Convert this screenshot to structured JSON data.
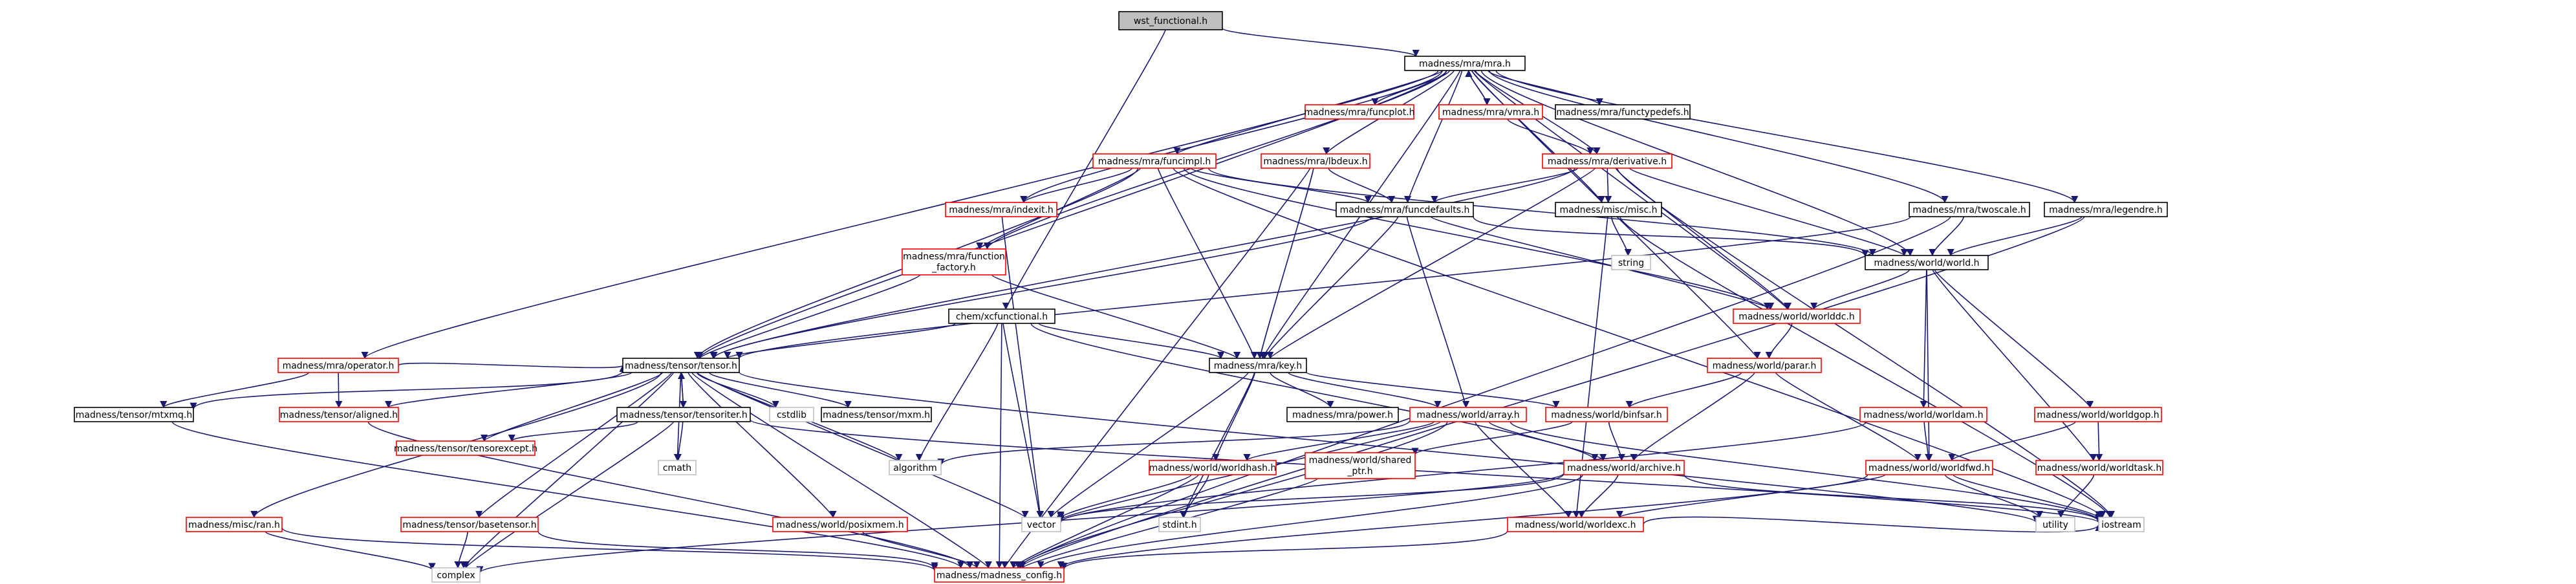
{
  "colors": {
    "edge": "#191970",
    "root_fill": "#bfbfbf",
    "documented_border": "#000000",
    "undocumented_border": "#ff0000",
    "system_border": "#bfbfbf"
  },
  "nodes": [
    {
      "id": "wst_functional",
      "label": "wst_functional.h",
      "kind": "root"
    },
    {
      "id": "mra",
      "label": "madness/mra/mra.h",
      "kind": "doc"
    },
    {
      "id": "funcplot",
      "label": "madness/mra/funcplot.h",
      "kind": "undoc"
    },
    {
      "id": "vmra",
      "label": "madness/mra/vmra.h",
      "kind": "undoc"
    },
    {
      "id": "functypedefs",
      "label": "madness/mra/functypedefs.h",
      "kind": "doc"
    },
    {
      "id": "funcimpl",
      "label": "madness/mra/funcimpl.h",
      "kind": "undoc"
    },
    {
      "id": "lbdeux",
      "label": "madness/mra/lbdeux.h",
      "kind": "undoc"
    },
    {
      "id": "derivative",
      "label": "madness/mra/derivative.h",
      "kind": "undoc"
    },
    {
      "id": "indexit",
      "label": "madness/mra/indexit.h",
      "kind": "undoc"
    },
    {
      "id": "funcdefaults",
      "label": "madness/mra/funcdefaults.h",
      "kind": "doc"
    },
    {
      "id": "misc",
      "label": "madness/misc/misc.h",
      "kind": "doc"
    },
    {
      "id": "twoscale",
      "label": "madness/mra/twoscale.h",
      "kind": "doc"
    },
    {
      "id": "legendre",
      "label": "madness/mra/legendre.h",
      "kind": "doc"
    },
    {
      "id": "function_factory",
      "label1": "madness/mra/function",
      "label2": "_factory.h",
      "kind": "undoc"
    },
    {
      "id": "string",
      "label": "string",
      "kind": "sys"
    },
    {
      "id": "world",
      "label": "madness/world/world.h",
      "kind": "doc"
    },
    {
      "id": "xcfunctional",
      "label": "chem/xcfunctional.h",
      "kind": "doc"
    },
    {
      "id": "worlddc",
      "label": "madness/world/worlddc.h",
      "kind": "undoc"
    },
    {
      "id": "operator",
      "label": "madness/mra/operator.h",
      "kind": "undoc"
    },
    {
      "id": "tensor",
      "label": "madness/tensor/tensor.h",
      "kind": "doc"
    },
    {
      "id": "key",
      "label": "madness/mra/key.h",
      "kind": "doc"
    },
    {
      "id": "parar",
      "label": "madness/world/parar.h",
      "kind": "undoc"
    },
    {
      "id": "mtxmq",
      "label": "madness/tensor/mtxmq.h",
      "kind": "doc"
    },
    {
      "id": "aligned",
      "label": "madness/tensor/aligned.h",
      "kind": "undoc"
    },
    {
      "id": "tensoriter",
      "label": "madness/tensor/tensoriter.h",
      "kind": "doc"
    },
    {
      "id": "cstdlib",
      "label": "cstdlib",
      "kind": "sys"
    },
    {
      "id": "mxm",
      "label": "madness/tensor/mxm.h",
      "kind": "doc"
    },
    {
      "id": "power",
      "label": "madness/mra/power.h",
      "kind": "doc"
    },
    {
      "id": "array",
      "label": "madness/world/array.h",
      "kind": "undoc"
    },
    {
      "id": "binfsar",
      "label": "madness/world/binfsar.h",
      "kind": "undoc"
    },
    {
      "id": "worldam",
      "label": "madness/world/worldam.h",
      "kind": "undoc"
    },
    {
      "id": "worldgop",
      "label": "madness/world/worldgop.h",
      "kind": "undoc"
    },
    {
      "id": "cmath",
      "label": "cmath",
      "kind": "sys"
    },
    {
      "id": "algorithm",
      "label": "algorithm",
      "kind": "sys"
    },
    {
      "id": "tensorexcept",
      "label": "madness/tensor/tensorexcept.h",
      "kind": "undoc"
    },
    {
      "id": "worldhash",
      "label": "madness/world/worldhash.h",
      "kind": "undoc"
    },
    {
      "id": "shared_ptr",
      "label1": "madness/world/shared",
      "label2": "_ptr.h",
      "kind": "undoc"
    },
    {
      "id": "archive",
      "label": "madness/world/archive.h",
      "kind": "undoc"
    },
    {
      "id": "worldfwd",
      "label": "madness/world/worldfwd.h",
      "kind": "undoc"
    },
    {
      "id": "worldtask",
      "label": "madness/world/worldtask.h",
      "kind": "undoc"
    },
    {
      "id": "ran",
      "label": "madness/misc/ran.h",
      "kind": "undoc"
    },
    {
      "id": "basetensor",
      "label": "madness/tensor/basetensor.h",
      "kind": "undoc"
    },
    {
      "id": "posixmem",
      "label": "madness/world/posixmem.h",
      "kind": "undoc"
    },
    {
      "id": "vector",
      "label": "vector",
      "kind": "sys"
    },
    {
      "id": "stdint",
      "label": "stdint.h",
      "kind": "sys"
    },
    {
      "id": "worldexc",
      "label": "madness/world/worldexc.h",
      "kind": "undoc"
    },
    {
      "id": "utility",
      "label": "utility",
      "kind": "sys"
    },
    {
      "id": "iostream",
      "label": "iostream",
      "kind": "sys"
    },
    {
      "id": "complex",
      "label": "complex",
      "kind": "sys"
    },
    {
      "id": "madness_config",
      "label": "madness/madness_config.h",
      "kind": "undoc"
    }
  ],
  "edges": [
    [
      "wst_functional",
      "mra"
    ],
    [
      "wst_functional",
      "xcfunctional"
    ],
    [
      "mra",
      "funcplot"
    ],
    [
      "mra",
      "vmra"
    ],
    [
      "mra",
      "functypedefs"
    ],
    [
      "mra",
      "funcimpl"
    ],
    [
      "mra",
      "lbdeux"
    ],
    [
      "mra",
      "derivative"
    ],
    [
      "mra",
      "indexit"
    ],
    [
      "mra",
      "funcdefaults"
    ],
    [
      "mra",
      "misc"
    ],
    [
      "mra",
      "twoscale"
    ],
    [
      "mra",
      "legendre"
    ],
    [
      "mra",
      "function_factory"
    ],
    [
      "mra",
      "world"
    ],
    [
      "mra",
      "worlddc"
    ],
    [
      "mra",
      "operator"
    ],
    [
      "mra",
      "tensor"
    ],
    [
      "mra",
      "key"
    ],
    [
      "mra",
      "parar"
    ],
    [
      "vmra",
      "mra"
    ],
    [
      "vmra",
      "derivative"
    ],
    [
      "funcimpl",
      "indexit"
    ],
    [
      "funcimpl",
      "funcdefaults"
    ],
    [
      "funcimpl",
      "function_factory"
    ],
    [
      "funcimpl",
      "tensor"
    ],
    [
      "funcimpl",
      "key"
    ],
    [
      "funcimpl",
      "world"
    ],
    [
      "funcimpl",
      "worlddc"
    ],
    [
      "funcimpl",
      "iostream"
    ],
    [
      "lbdeux",
      "funcdefaults"
    ],
    [
      "lbdeux",
      "key"
    ],
    [
      "lbdeux",
      "madness_config"
    ],
    [
      "derivative",
      "funcdefaults"
    ],
    [
      "derivative",
      "world"
    ],
    [
      "derivative",
      "worlddc"
    ],
    [
      "derivative",
      "tensor"
    ],
    [
      "derivative",
      "key"
    ],
    [
      "derivative",
      "iostream"
    ],
    [
      "derivative",
      "misc"
    ],
    [
      "indexit",
      "vector"
    ],
    [
      "funcdefaults",
      "world"
    ],
    [
      "funcdefaults",
      "worlddc"
    ],
    [
      "funcdefaults",
      "tensor"
    ],
    [
      "funcdefaults",
      "key"
    ],
    [
      "funcdefaults",
      "array"
    ],
    [
      "misc",
      "string"
    ],
    [
      "misc",
      "iostream"
    ],
    [
      "misc",
      "worldexc"
    ],
    [
      "twoscale",
      "world"
    ],
    [
      "twoscale",
      "tensor"
    ],
    [
      "twoscale",
      "madness_config"
    ],
    [
      "legendre",
      "world"
    ],
    [
      "legendre",
      "madness_config"
    ],
    [
      "function_factory",
      "tensor"
    ],
    [
      "function_factory",
      "key"
    ],
    [
      "world",
      "worlddc"
    ],
    [
      "world",
      "worldam"
    ],
    [
      "world",
      "worldgop"
    ],
    [
      "world",
      "worldtask"
    ],
    [
      "world",
      "worldfwd"
    ],
    [
      "xcfunctional",
      "tensor"
    ],
    [
      "xcfunctional",
      "key"
    ],
    [
      "xcfunctional",
      "algorithm"
    ],
    [
      "xcfunctional",
      "vector"
    ],
    [
      "xcfunctional",
      "archive"
    ],
    [
      "xcfunctional",
      "madness_config"
    ],
    [
      "worlddc",
      "parar"
    ],
    [
      "operator",
      "tensor"
    ],
    [
      "operator",
      "mtxmq"
    ],
    [
      "operator",
      "aligned"
    ],
    [
      "tensor",
      "mtxmq"
    ],
    [
      "tensor",
      "aligned"
    ],
    [
      "tensor",
      "tensoriter"
    ],
    [
      "tensor",
      "cstdlib"
    ],
    [
      "tensor",
      "mxm"
    ],
    [
      "tensor",
      "cmath"
    ],
    [
      "tensor",
      "tensorexcept"
    ],
    [
      "tensor",
      "basetensor"
    ],
    [
      "tensor",
      "posixmem"
    ],
    [
      "tensor",
      "ran"
    ],
    [
      "tensor",
      "vector"
    ],
    [
      "tensor",
      "complex"
    ],
    [
      "tensor",
      "utility"
    ],
    [
      "tensor",
      "madness_config"
    ],
    [
      "tensor",
      "algorithm"
    ],
    [
      "tensoriter",
      "tensor"
    ],
    [
      "tensoriter",
      "tensorexcept"
    ],
    [
      "tensoriter",
      "cmath"
    ],
    [
      "tensoriter",
      "complex"
    ],
    [
      "tensoriter",
      "iostream"
    ],
    [
      "key",
      "power"
    ],
    [
      "key",
      "array"
    ],
    [
      "key",
      "binfsar"
    ],
    [
      "key",
      "worldhash"
    ],
    [
      "key",
      "vector"
    ],
    [
      "key",
      "stdint"
    ],
    [
      "parar",
      "binfsar"
    ],
    [
      "parar",
      "archive"
    ],
    [
      "parar",
      "worldfwd"
    ],
    [
      "array",
      "algorithm"
    ],
    [
      "array",
      "vector"
    ],
    [
      "array",
      "worldhash"
    ],
    [
      "array",
      "archive"
    ],
    [
      "array",
      "worldexc"
    ],
    [
      "array",
      "madness_config"
    ],
    [
      "array",
      "iostream"
    ],
    [
      "binfsar",
      "shared_ptr"
    ],
    [
      "binfsar",
      "archive"
    ],
    [
      "worldam",
      "worldfwd"
    ],
    [
      "worldam",
      "vector"
    ],
    [
      "worldgop",
      "worldfwd"
    ],
    [
      "worldgop",
      "worldtask"
    ],
    [
      "worldhash",
      "stdint"
    ],
    [
      "worldhash",
      "madness_config"
    ],
    [
      "worldhash",
      "vector"
    ],
    [
      "shared_ptr",
      "madness_config"
    ],
    [
      "archive",
      "vector"
    ],
    [
      "archive",
      "worldexc"
    ],
    [
      "archive",
      "iostream"
    ],
    [
      "archive",
      "complex"
    ],
    [
      "archive",
      "madness_config"
    ],
    [
      "worldfwd",
      "utility"
    ],
    [
      "worldfwd",
      "iostream"
    ],
    [
      "worldfwd",
      "madness_config"
    ],
    [
      "worldfwd",
      "worldexc"
    ],
    [
      "worldtask",
      "utility"
    ],
    [
      "ran",
      "complex"
    ],
    [
      "ran",
      "madness_config"
    ],
    [
      "basetensor",
      "complex"
    ],
    [
      "basetensor",
      "madness_config"
    ],
    [
      "posixmem",
      "madness_config"
    ],
    [
      "worldexc",
      "madness_config"
    ],
    [
      "worldexc",
      "iostream"
    ],
    [
      "mtxmq",
      "madness_config"
    ],
    [
      "aligned",
      "madness_config"
    ]
  ]
}
